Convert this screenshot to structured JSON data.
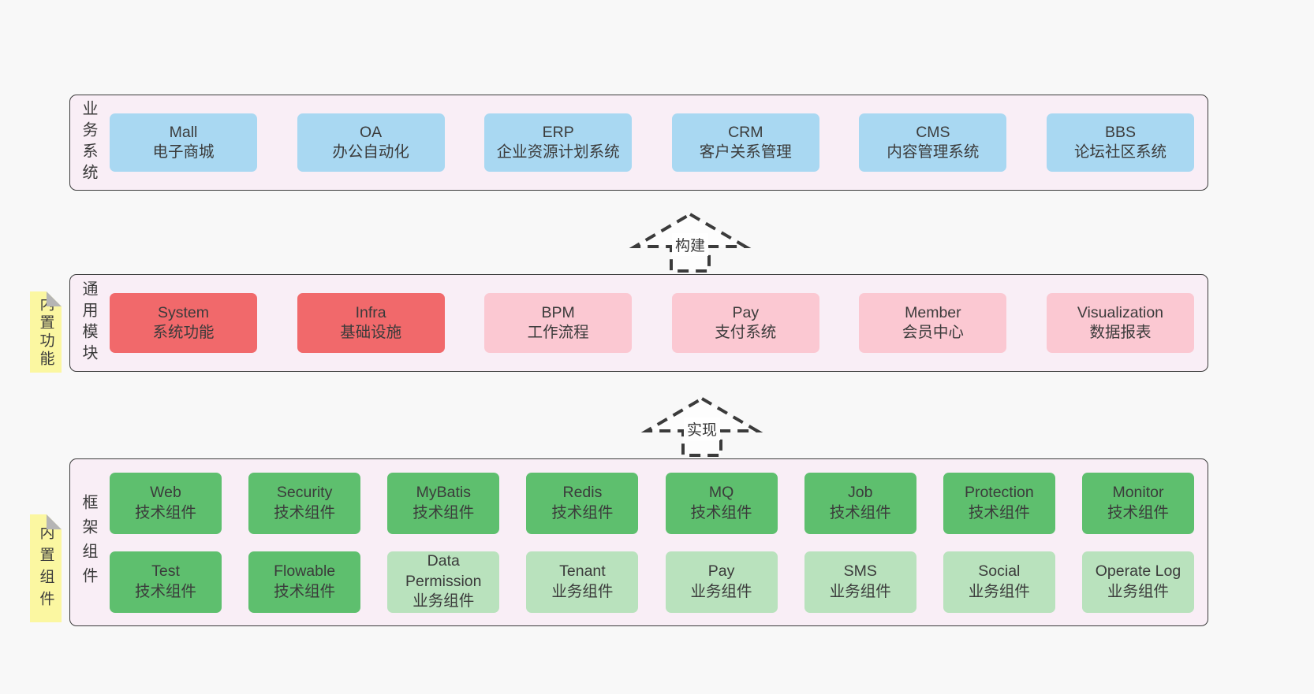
{
  "colors": {
    "page_bg": "#f8f8f8",
    "section_bg": "#f9eef6",
    "section_border": "#3b3b3b",
    "text": "#3b3b3b",
    "blue": "#a9d8f2",
    "red": "#f1696b",
    "pink": "#fbc8d2",
    "green": "#5ebf6e",
    "lightgreen": "#b9e2bd",
    "note_bg": "#fbf7a1",
    "note_fold": "#b5b5b5"
  },
  "sections": [
    {
      "label": "业务系统",
      "note": null,
      "rows": [
        [
          {
            "en": "Mall",
            "zh": "电子商城",
            "variant": "blue"
          },
          {
            "en": "OA",
            "zh": "办公自动化",
            "variant": "blue"
          },
          {
            "en": "ERP",
            "zh": "企业资源计划系统",
            "variant": "blue"
          },
          {
            "en": "CRM",
            "zh": "客户关系管理",
            "variant": "blue"
          },
          {
            "en": "CMS",
            "zh": "内容管理系统",
            "variant": "blue"
          },
          {
            "en": "BBS",
            "zh": "论坛社区系统",
            "variant": "blue"
          }
        ]
      ]
    },
    {
      "label": "通用模块",
      "note": "内置功能",
      "rows": [
        [
          {
            "en": "System",
            "zh": "系统功能",
            "variant": "red"
          },
          {
            "en": "Infra",
            "zh": "基础设施",
            "variant": "red"
          },
          {
            "en": "BPM",
            "zh": "工作流程",
            "variant": "pink"
          },
          {
            "en": "Pay",
            "zh": "支付系统",
            "variant": "pink"
          },
          {
            "en": "Member",
            "zh": "会员中心",
            "variant": "pink"
          },
          {
            "en": "Visualization",
            "zh": "数据报表",
            "variant": "pink"
          }
        ]
      ]
    },
    {
      "label": "框架组件",
      "note": "内置组件",
      "rows": [
        [
          {
            "en": "Web",
            "zh": "技术组件",
            "variant": "green"
          },
          {
            "en": "Security",
            "zh": "技术组件",
            "variant": "green"
          },
          {
            "en": "MyBatis",
            "zh": "技术组件",
            "variant": "green"
          },
          {
            "en": "Redis",
            "zh": "技术组件",
            "variant": "green"
          },
          {
            "en": "MQ",
            "zh": "技术组件",
            "variant": "green"
          },
          {
            "en": "Job",
            "zh": "技术组件",
            "variant": "green"
          },
          {
            "en": "Protection",
            "zh": "技术组件",
            "variant": "green"
          },
          {
            "en": "Monitor",
            "zh": "技术组件",
            "variant": "green"
          }
        ],
        [
          {
            "en": "Test",
            "zh": "技术组件",
            "variant": "green"
          },
          {
            "en": "Flowable",
            "zh": "技术组件",
            "variant": "green"
          },
          {
            "en": "Data Permission",
            "zh": "业务组件",
            "variant": "lightgreen"
          },
          {
            "en": "Tenant",
            "zh": "业务组件",
            "variant": "lightgreen"
          },
          {
            "en": "Pay",
            "zh": "业务组件",
            "variant": "lightgreen"
          },
          {
            "en": "SMS",
            "zh": "业务组件",
            "variant": "lightgreen"
          },
          {
            "en": "Social",
            "zh": "业务组件",
            "variant": "lightgreen"
          },
          {
            "en": "Operate Log",
            "zh": "业务组件",
            "variant": "lightgreen"
          }
        ]
      ]
    }
  ],
  "arrows": [
    {
      "label": "构建"
    },
    {
      "label": "实现"
    }
  ]
}
